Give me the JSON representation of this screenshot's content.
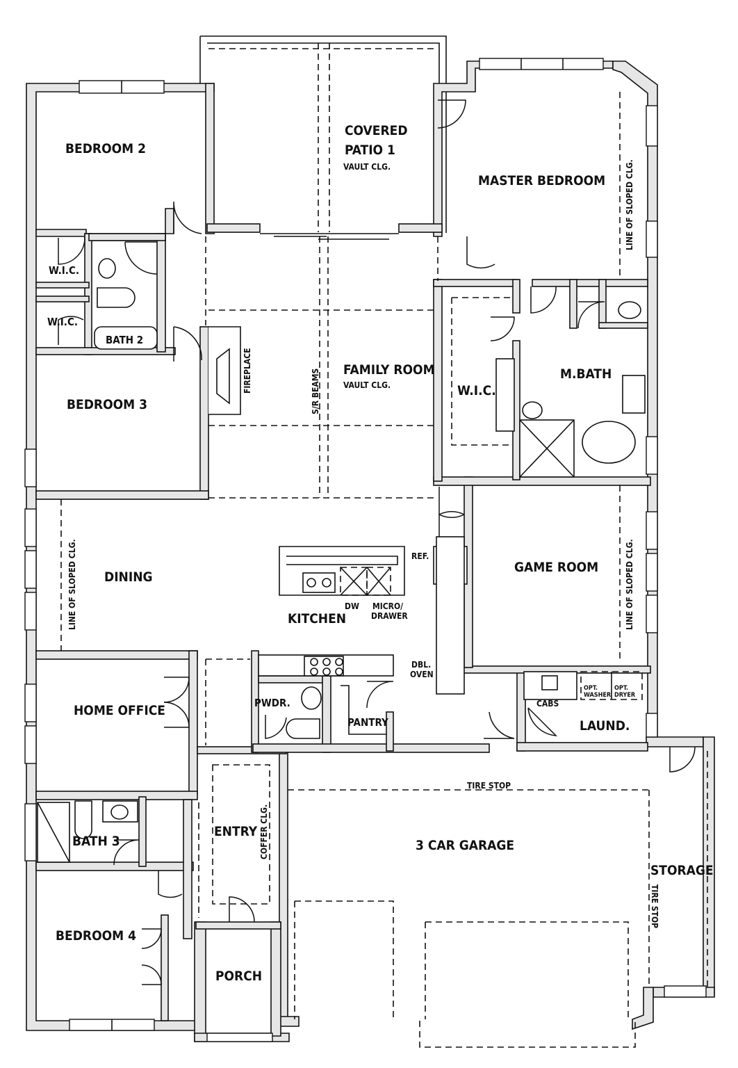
{
  "rooms": {
    "bedroom2": "BEDROOM 2",
    "covered_patio_line1": "COVERED",
    "covered_patio_line2": "PATIO 1",
    "covered_patio_note": "VAULT CLG.",
    "master_bedroom": "MASTER BEDROOM",
    "master_sloped": "LINE OF SLOPED CLG.",
    "wic_1": "W.I.C.",
    "wic_2": "W.I.C.",
    "bath2": "BATH 2",
    "fireplace": "FIREPLACE",
    "sr_beams": "S/R BEAMS",
    "family_room": "FAMILY ROOM",
    "family_note": "VAULT CLG.",
    "master_wic": "W.I.C.",
    "mbath": "M.BATH",
    "bedroom3": "BEDROOM 3",
    "dining_sloped": "LINE OF SLOPED CLG.",
    "dining": "DINING",
    "ref": "REF.",
    "dw": "DW",
    "micro_line1": "MICRO/",
    "micro_line2": "DRAWER",
    "kitchen": "KITCHEN",
    "game_room": "GAME ROOM",
    "game_sloped": "LINE OF SLOPED CLG.",
    "dbl_line1": "DBL.",
    "dbl_line2": "OVEN",
    "home_office": "HOME OFFICE",
    "pwdr": "PWDR.",
    "pantry": "PANTRY",
    "cabs": "CABS",
    "opt_washer_1": "OPT.",
    "opt_washer_2": "WASHER",
    "opt_dryer_1": "OPT.",
    "opt_dryer_2": "DRYER",
    "laund": "LAUND.",
    "tire_stop_top": "TIRE STOP",
    "bath3": "BATH 3",
    "entry": "ENTRY",
    "cofer": "COFFER CLG.",
    "garage": "3 CAR GARAGE",
    "storage": "STORAGE",
    "tire_stop_side": "TIRE STOP",
    "bedroom4": "BEDROOM 4",
    "porch": "PORCH"
  }
}
